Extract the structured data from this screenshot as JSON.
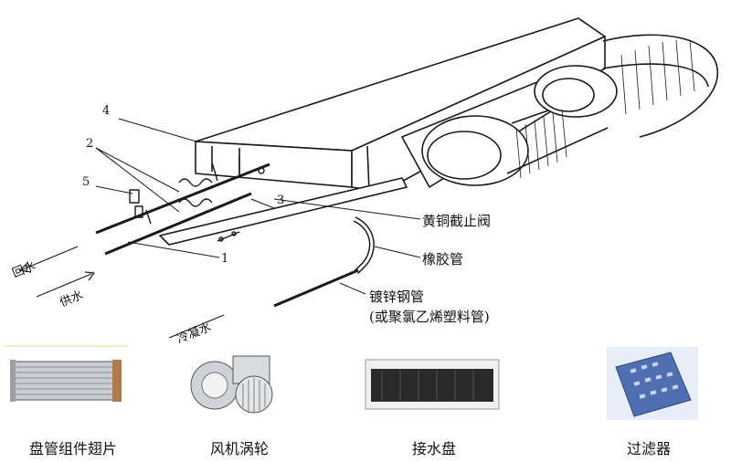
{
  "diagram": {
    "callouts": {
      "c1": "1",
      "c2": "2",
      "c3": "3",
      "c4": "4",
      "c5": "5"
    },
    "labels": {
      "brass_valve": "黄铜截止阀",
      "rubber_hose": "橡胶管",
      "galv_pipe": "镀锌钢管",
      "pvc_pipe": "(或聚氯乙烯塑料管)",
      "return_water": "回水",
      "supply_water": "供水",
      "condensate": "冷凝水"
    }
  },
  "components": [
    {
      "id": "coil",
      "caption": "盘管组件翅片"
    },
    {
      "id": "fan",
      "caption": "风机涡轮"
    },
    {
      "id": "tray",
      "caption": "接水盘"
    },
    {
      "id": "filter",
      "caption": "过滤器"
    }
  ],
  "colors": {
    "line": "#1a1a1a",
    "filter_blue": "#4f6fb0",
    "tray_dark": "#2a2a2a"
  }
}
